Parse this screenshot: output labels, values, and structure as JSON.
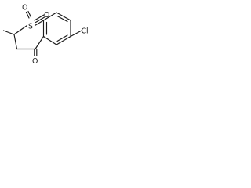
{
  "molecule": {
    "atoms": {
      "sulfur": "S",
      "oxygen_top_left": "O",
      "oxygen_top_right": "O",
      "chlorine": "Cl",
      "oxygen_ketone": "O"
    }
  }
}
